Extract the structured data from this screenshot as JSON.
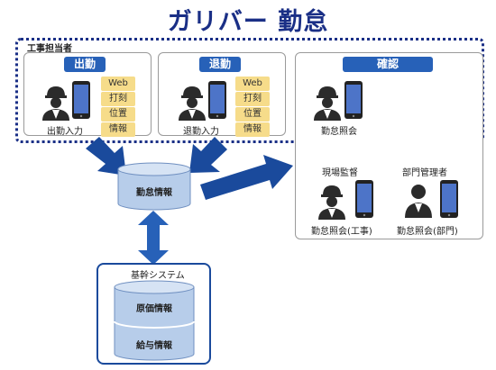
{
  "title": "ガリバー 勤怠",
  "group_label": "工事担当者",
  "panels": {
    "clock_in": {
      "header": "出勤",
      "label": "出勤入力",
      "tags": [
        "Web",
        "打刻",
        "位置",
        "情報"
      ]
    },
    "clock_out": {
      "header": "退勤",
      "label": "退勤入力",
      "tags": [
        "Web",
        "打刻",
        "位置",
        "情報"
      ]
    },
    "confirm": {
      "header": "確認",
      "self_label": "勤怠照会",
      "roles": [
        {
          "title": "現場監督",
          "label": "勤怠照会(工事)"
        },
        {
          "title": "部門管理者",
          "label": "勤怠照会(部門)"
        }
      ]
    }
  },
  "db_attendance": "勤怠情報",
  "core_system": {
    "title": "基幹システム",
    "db_cost": "原価情報",
    "db_salary": "給与情報"
  },
  "colors": {
    "navy": "#1a2f86",
    "accent_blue": "#2761b8",
    "tag_yellow": "#f6dc8a",
    "db_fill": "#b7cdea"
  }
}
